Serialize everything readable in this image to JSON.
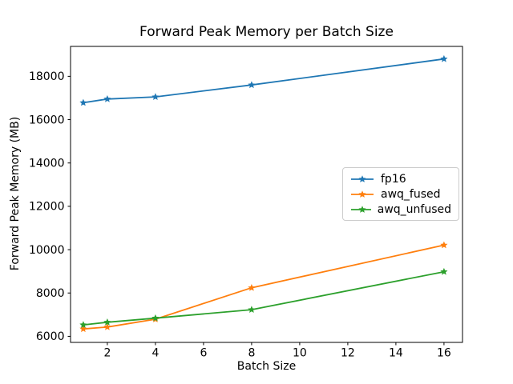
{
  "chart_data": {
    "type": "line",
    "title": "Forward Peak Memory per Batch Size",
    "xlabel": "Batch Size",
    "ylabel": "Forward Peak Memory (MB)",
    "x": [
      1,
      2,
      4,
      8,
      16
    ],
    "series": [
      {
        "name": "fp16",
        "color": "#1f77b4",
        "marker": "star",
        "values": [
          16780,
          16950,
          17050,
          17600,
          18800
        ]
      },
      {
        "name": "awq_fused",
        "color": "#ff7f0e",
        "marker": "star",
        "values": [
          6340,
          6430,
          6790,
          8240,
          10210
        ]
      },
      {
        "name": "awq_unfused",
        "color": "#2ca02c",
        "marker": "star",
        "values": [
          6530,
          6650,
          6840,
          7230,
          8980
        ]
      }
    ],
    "xticks": [
      2,
      4,
      6,
      8,
      10,
      12,
      14,
      16
    ],
    "yticks": [
      6000,
      8000,
      10000,
      12000,
      14000,
      16000,
      18000
    ],
    "xlim": [
      0.47,
      16.77
    ],
    "ylim": [
      5720,
      19380
    ],
    "grid": false,
    "legend": {
      "position": "center right",
      "entries": [
        "fp16",
        "awq_fused",
        "awq_unfused"
      ]
    },
    "colors": {
      "axes": "#000000",
      "background": "#ffffff",
      "legend_border": "#cccccc"
    }
  }
}
